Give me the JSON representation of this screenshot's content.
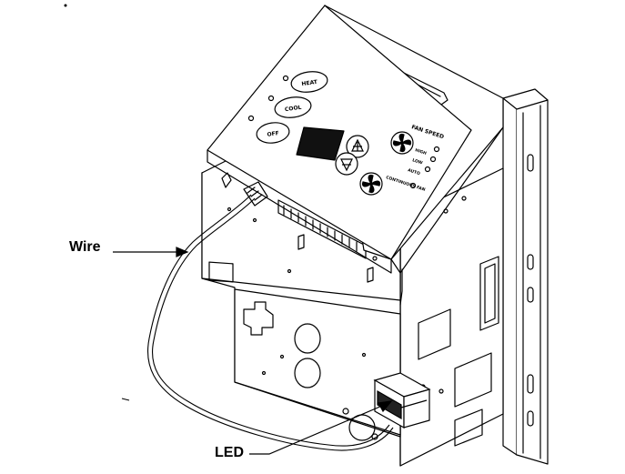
{
  "callouts": {
    "wire": "Wire",
    "led": "LED"
  },
  "control_panel": {
    "buttons": {
      "heat": "HEAT",
      "cool": "COOL",
      "off": "OFF"
    },
    "fan_speed_title": "FAN SPEED",
    "fan_speed_options": [
      "HIGH",
      "LOW",
      "AUTO"
    ],
    "fan_cycle_label": "CONTINUOUS FAN"
  },
  "colors": {
    "line": "#000000",
    "display": "#111111",
    "background": "#ffffff"
  }
}
